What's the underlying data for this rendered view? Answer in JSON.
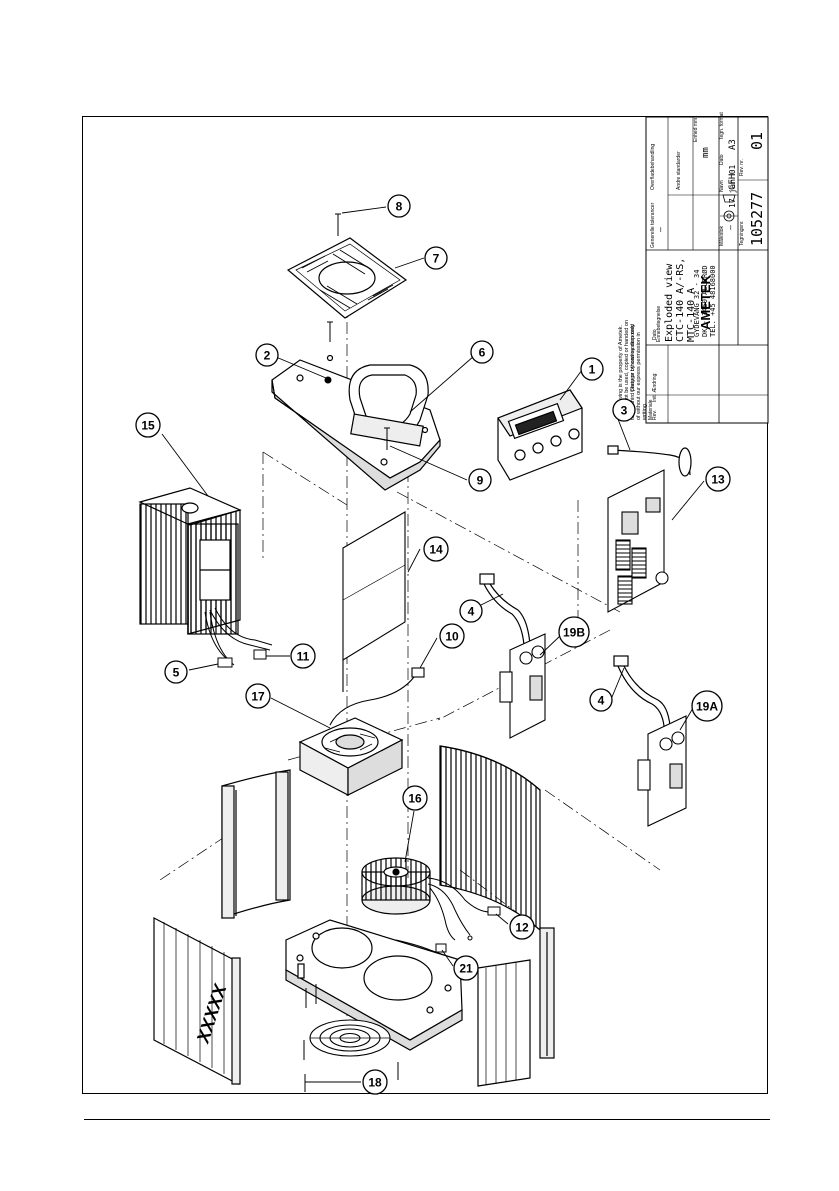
{
  "title_block": {
    "company": "AMETEK",
    "address_lines": [
      "GYDEVANG 32 - 34",
      "DK - 3450 ALLERØD",
      "TEL. +45 48168000"
    ],
    "doc_type": "Ennebetegnelse",
    "title_lines": [
      "Exploded view",
      "CTC-140 A/-RS,",
      "MTC-140 A"
    ],
    "drawing_no_label": "Tegningsnr.",
    "drawing_no": "105277",
    "rev_label": "Rev. nr.",
    "rev": "01",
    "scale_label": "Målestok",
    "scale": "—",
    "name_label": "Navn",
    "name": "CFH",
    "date_label": "Dato",
    "date": "17 jan 01",
    "unit_label": "Enhed mm",
    "unit": "mm",
    "format_label": "Tegn. format",
    "format": "A3",
    "material_label": "Materiale",
    "surface_label": "Overfladebehandling",
    "other_label": "Andre standarder",
    "general_label": "Generelle tolerancer",
    "general": "—",
    "copyright_lines": [
      "This drawing is the property of Ametek.",
      "It must not be used, copied or handed on",
      "to any third party or otherwise disposed",
      "of without our express permission in",
      "writing."
    ],
    "cad_note": "Change by cad-system only",
    "rev_col_labels": [
      "Rev.",
      "Init. Ændring",
      "Dato"
    ]
  },
  "side_label": "XXXXX",
  "callouts": [
    "8",
    "7",
    "2",
    "6",
    "1",
    "3",
    "15",
    "9",
    "13",
    "14",
    "4",
    "19B",
    "10",
    "11",
    "5",
    "17",
    "4",
    "19A",
    "16",
    "12",
    "21",
    "18"
  ]
}
